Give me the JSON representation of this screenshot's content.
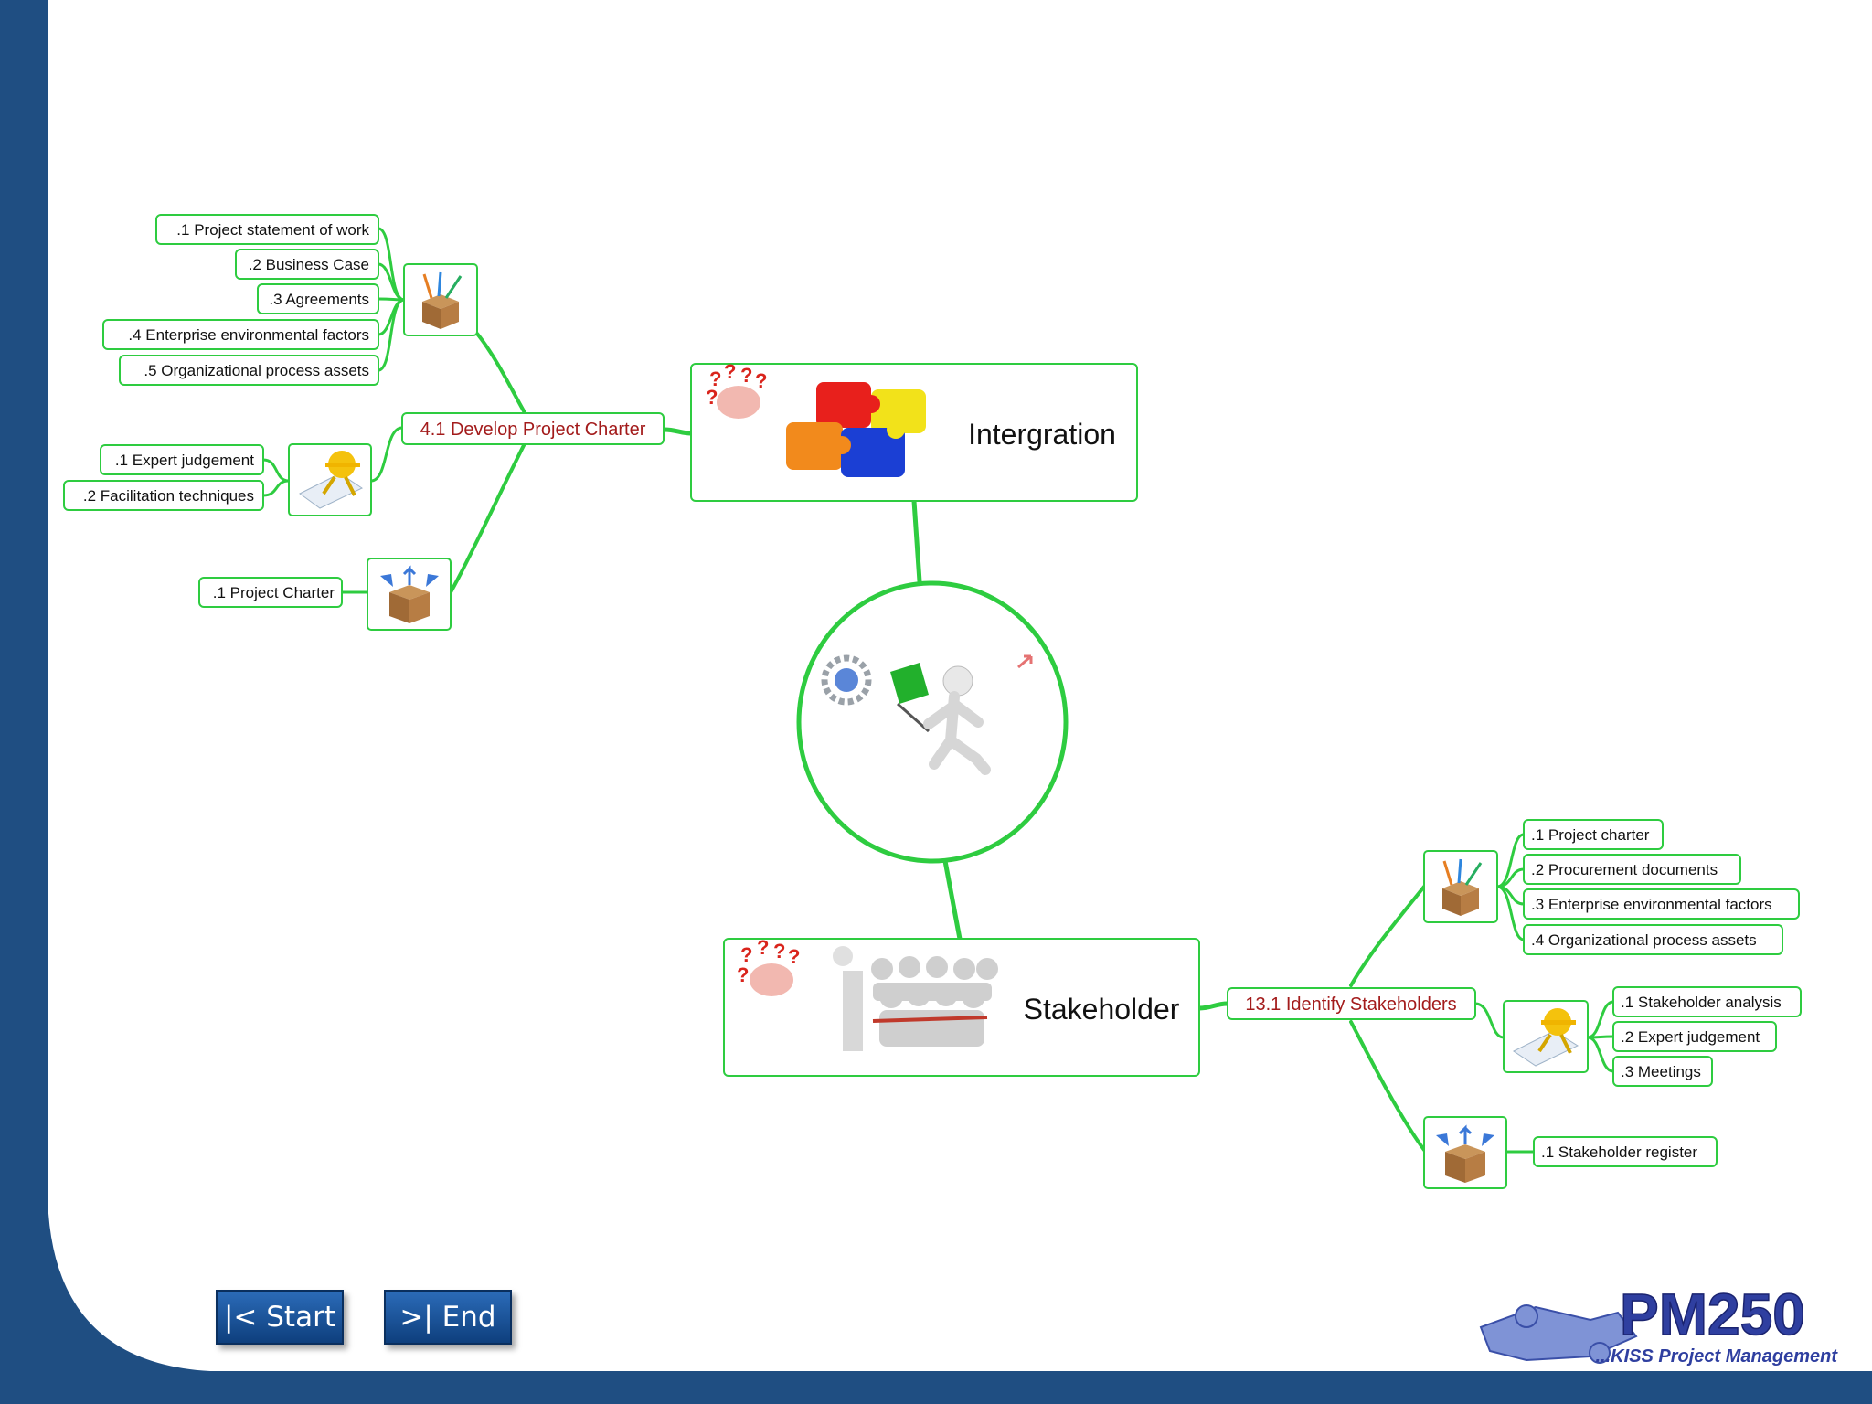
{
  "central": {
    "icon": "flag-runner-icon"
  },
  "integration": {
    "title": "Intergration",
    "icon": "puzzle-icon",
    "process": "4.1 Develop Project Charter",
    "inputs": [
      ".1 Project statement of work",
      ".2 Business Case",
      ".3 Agreements",
      ".4 Enterprise environmental factors",
      ".5 Organizational process assets"
    ],
    "tools": [
      ".1 Expert judgement",
      ".2 Facilitation techniques"
    ],
    "outputs": [
      ".1 Project Charter"
    ]
  },
  "stakeholder": {
    "title": "Stakeholder",
    "icon": "crowd-icon",
    "process": "13.1 Identify Stakeholders",
    "inputs": [
      ".1 Project charter",
      ".2 Procurement documents",
      ".3 Enterprise environmental factors",
      ".4 Organizational process assets"
    ],
    "tools": [
      ".1 Stakeholder analysis",
      ".2 Expert judgement",
      ".3 Meetings"
    ],
    "outputs": [
      ".1 Stakeholder register"
    ]
  },
  "nav": {
    "start": "|< Start",
    "end": ">| End"
  },
  "logo": {
    "title": "PM250",
    "tagline": "...KISS Project Management"
  },
  "colors": {
    "line": "#2ecc40",
    "process_text": "#a31b1b",
    "background": "#1f4e82",
    "slide": "#ffffff"
  }
}
